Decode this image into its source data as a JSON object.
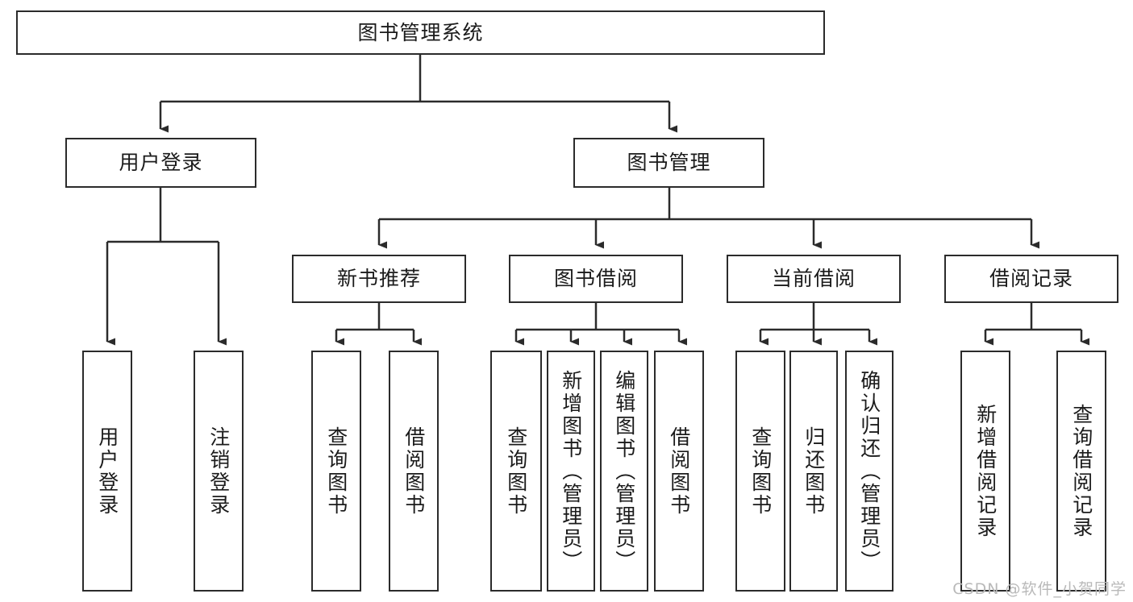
{
  "diagram": {
    "title": "图书管理系统",
    "type": "tree-hierarchy",
    "root": {
      "label": "图书管理系统"
    },
    "level2": [
      {
        "label": "用户登录"
      },
      {
        "label": "图书管理"
      }
    ],
    "level3": [
      {
        "label": "新书推荐"
      },
      {
        "label": "图书借阅"
      },
      {
        "label": "当前借阅"
      },
      {
        "label": "借阅记录"
      }
    ],
    "leaves_user_login": [
      {
        "label": "用户登录"
      },
      {
        "label": "注销登录"
      }
    ],
    "leaves_new_books": [
      {
        "label": "查询图书"
      },
      {
        "label": "借阅图书"
      }
    ],
    "leaves_borrow": [
      {
        "label": "查询图书"
      },
      {
        "label": "新增图书（管理员）"
      },
      {
        "label": "编辑图书（管理员）"
      },
      {
        "label": "借阅图书"
      }
    ],
    "leaves_current": [
      {
        "label": "查询图书"
      },
      {
        "label": "归还图书"
      },
      {
        "label": "确认归还（管理员）"
      }
    ],
    "leaves_records": [
      {
        "label": "新增借阅记录"
      },
      {
        "label": "查询借阅记录"
      }
    ]
  },
  "watermark": {
    "text": "CSDN @软件_小贺同学"
  },
  "colors": {
    "border": "#2b2b2b",
    "text": "#1b1b1b",
    "background": "#ffffff",
    "watermark": "#b9b9b9"
  }
}
